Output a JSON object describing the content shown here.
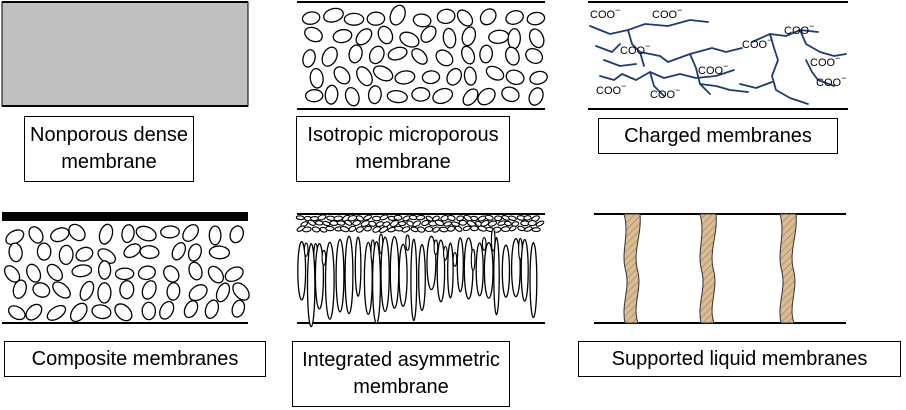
{
  "panels": [
    {
      "id": "nonporous",
      "label_lines": [
        "Nonporous dense",
        "membrane"
      ]
    },
    {
      "id": "isotropic",
      "label_lines": [
        "Isotropic microporous",
        "membrane"
      ]
    },
    {
      "id": "charged",
      "label_lines": [
        "Charged membranes"
      ]
    },
    {
      "id": "composite",
      "label_lines": [
        "Composite membranes"
      ]
    },
    {
      "id": "asymmetric",
      "label_lines": [
        "Integrated asymmetric",
        "membrane"
      ]
    },
    {
      "id": "liquid",
      "label_lines": [
        "Supported liquid membranes"
      ]
    }
  ],
  "charge_group": {
    "text": "COO",
    "superscript": "−"
  },
  "colors": {
    "dense_fill": "#c0c0c0",
    "polymer_chain": "#1f3b73",
    "liquid_fill": "#d9bc95",
    "liquid_hatch": "#a88350",
    "skin_layer": "#000000"
  }
}
